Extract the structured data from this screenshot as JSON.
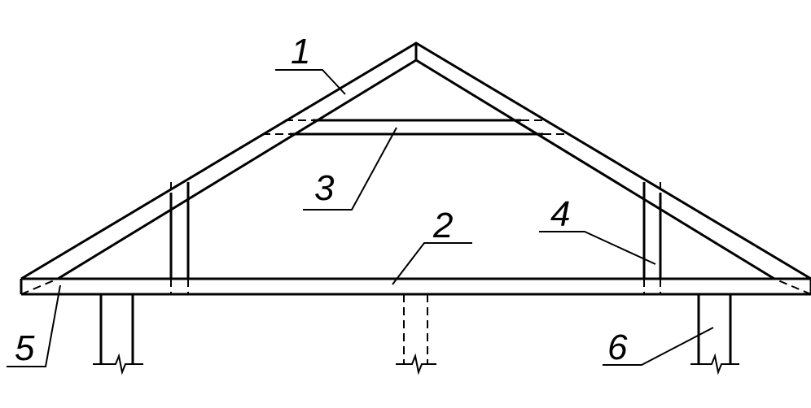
{
  "labels": {
    "rafter": "1",
    "floor_beam": "2",
    "collar_tie": "3",
    "knee_wall_post": "4",
    "mauerlat": "5",
    "support_wall": "6"
  }
}
